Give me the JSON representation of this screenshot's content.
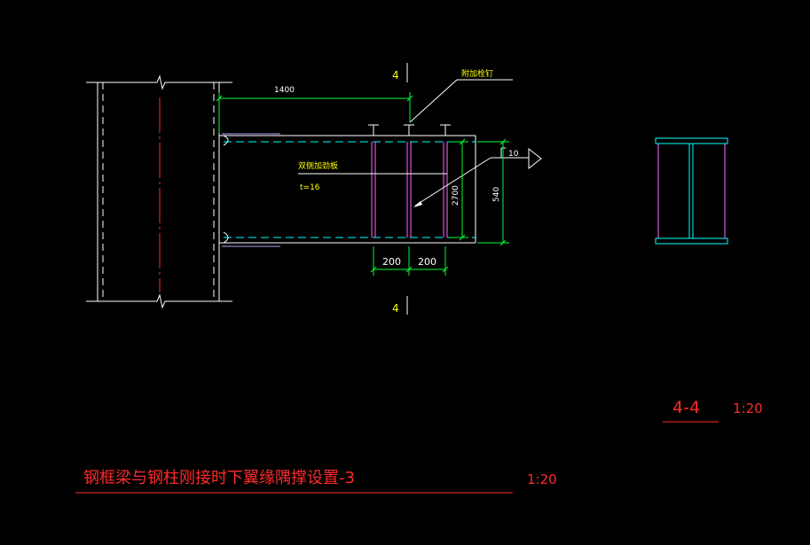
{
  "colors": {
    "background": "#000000",
    "column_lines": "#ffffff",
    "beam_flange": "#00ffff",
    "hidden_line": "#00ffff",
    "stiffener": "#ff66ff",
    "dimension": "#00ff33",
    "leader": "#ffffff",
    "title_text": "#ff2a2a",
    "label_text": "#ffff00",
    "centerline": "#ff2a2a"
  },
  "labels": {
    "section_mark_top": "4",
    "section_mark_bottom": "4",
    "stud_callout": "附加栓钉",
    "plate_callout": "双侧加劲板",
    "plate_thickness": "t=16",
    "weld_size": "10"
  },
  "dimensions": {
    "beam_length": "1400",
    "spacing_1": "200",
    "spacing_2": "200",
    "depth_inner": "2700",
    "depth_outer": "540"
  },
  "title": {
    "main": "钢框梁与钢柱刚接时下翼缘隅撑设置-3",
    "main_scale": "1:20",
    "section": "4-4",
    "section_scale": "1:20"
  }
}
